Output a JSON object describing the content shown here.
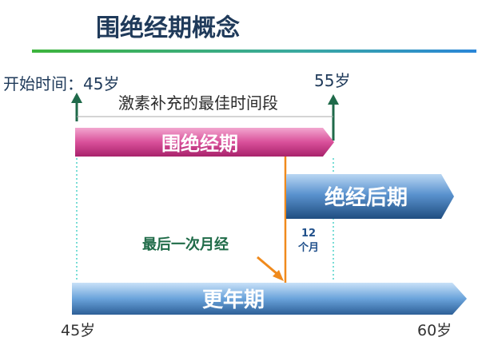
{
  "title": "围绝经期概念",
  "labels": {
    "start_time": "开始时间：45岁",
    "end_age": "55岁",
    "hrt_window": "激素补充的最佳时间段",
    "perimenopause": "围绝经期",
    "postmenopause": "绝经后期",
    "last_period": "最后一次月经",
    "months_num": "12",
    "months_unit": "个月",
    "climacteric": "更年期",
    "axis_start": "45岁",
    "axis_end": "60岁"
  },
  "colors": {
    "title_line": "#3cb43c",
    "perimenopause_bar": "#d9509a",
    "postmenopause_bar": "#3f78b6",
    "climacteric_bar": "#3f78b6",
    "arrow_green": "#1f6a4a",
    "orange_line": "#f08a1c",
    "text_dark": "#1f3a5a",
    "last_period_text": "#1f6b48",
    "months_text": "#1f4f8a"
  }
}
